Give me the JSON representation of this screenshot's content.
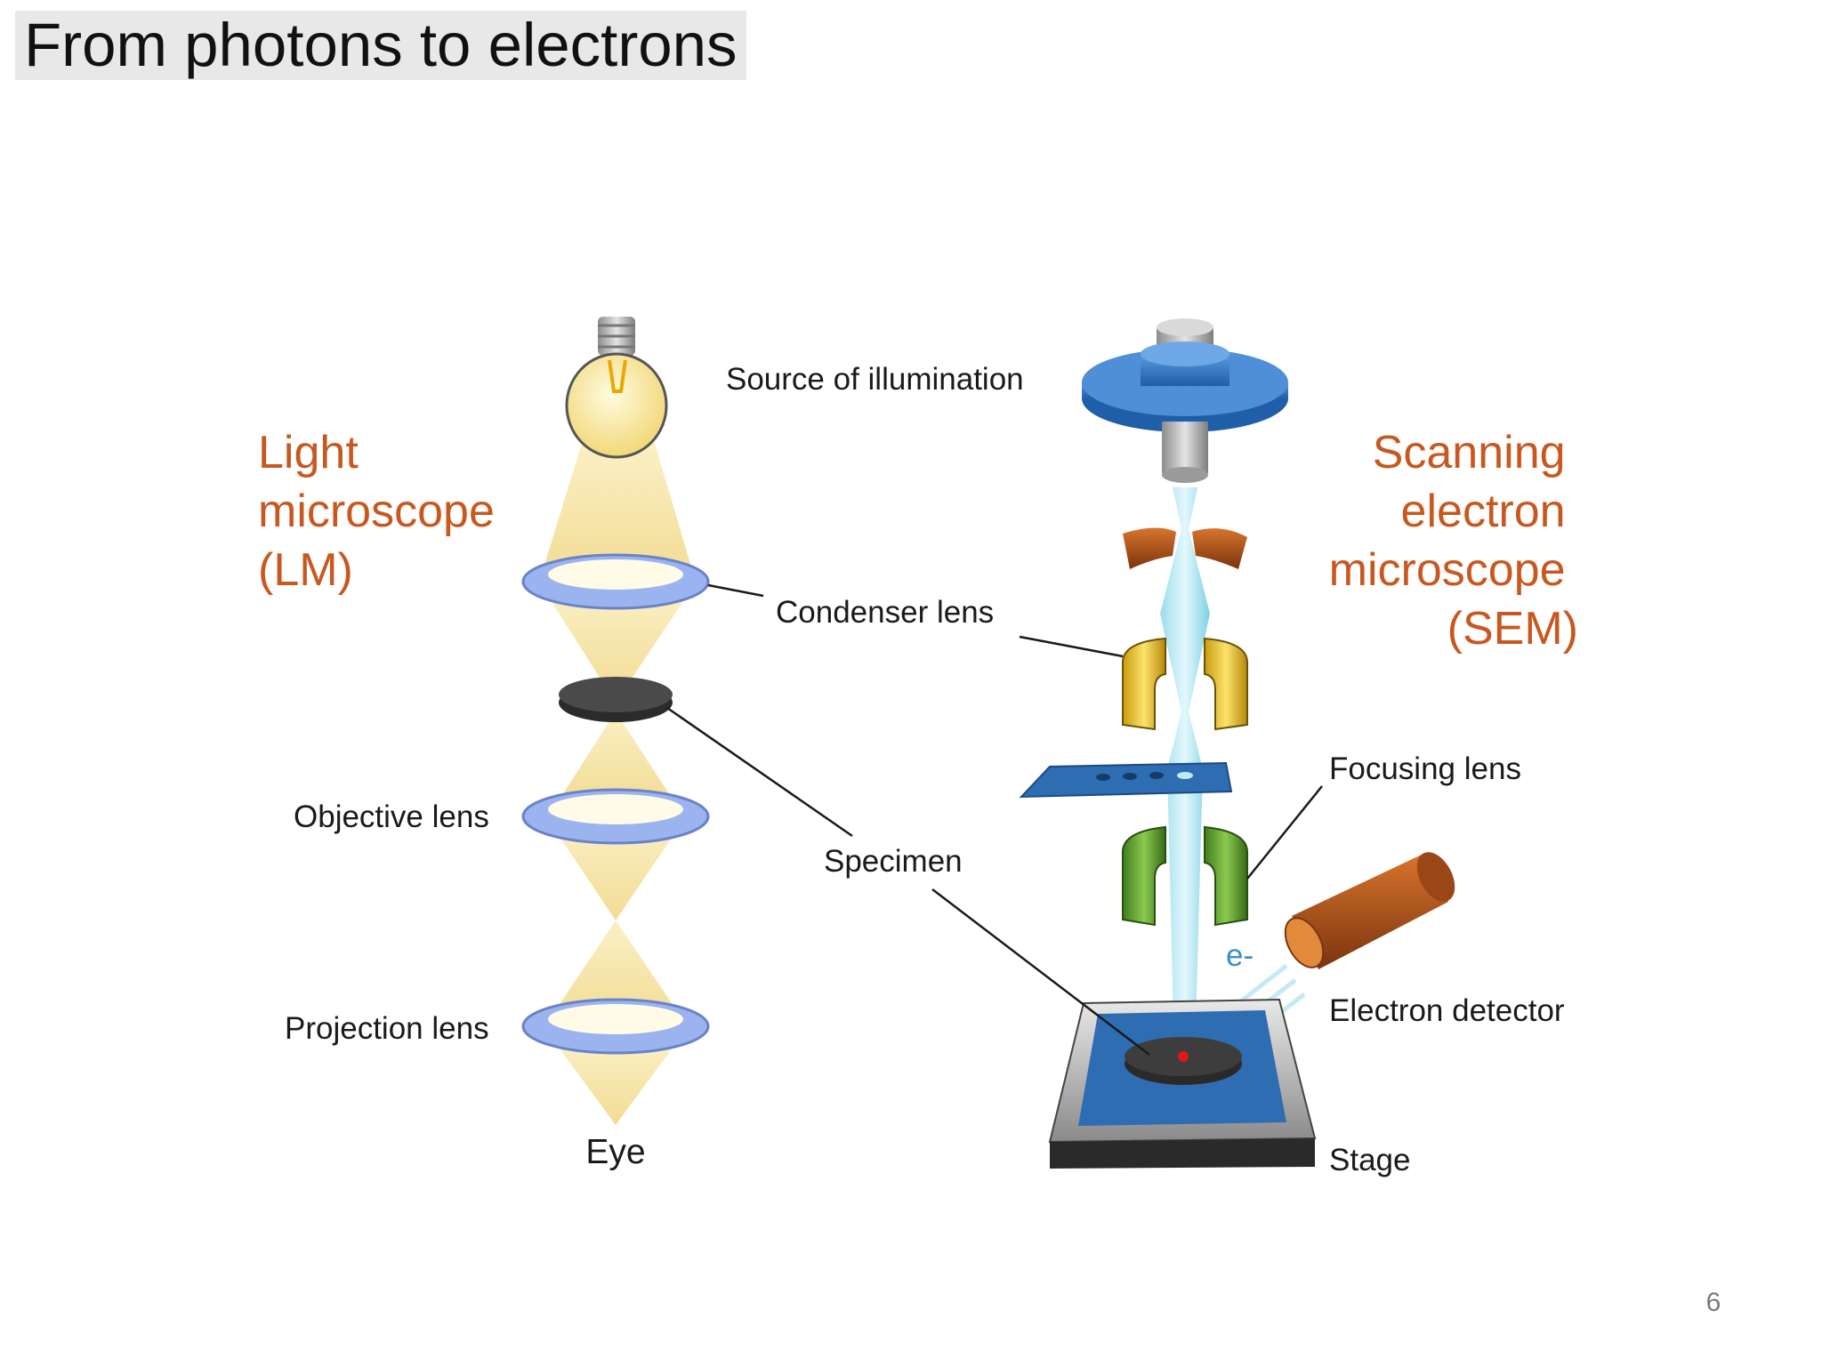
{
  "slide": {
    "title": "From photons to electrons",
    "page_number": "6"
  },
  "lm": {
    "title_lines": [
      "Light",
      "microscope",
      "(LM)"
    ],
    "labels": {
      "objective": "Objective lens",
      "projection": "Projection lens",
      "eye": "Eye"
    }
  },
  "sem": {
    "title_lines": [
      "Scanning",
      "electron",
      "microscope",
      "(SEM)"
    ],
    "labels": {
      "focusing": "Focusing lens",
      "detector": "Electron detector",
      "stage": "Stage",
      "electron": "e-"
    }
  },
  "shared": {
    "source": "Source of illumination",
    "condenser": "Condenser lens",
    "specimen": "Specimen"
  },
  "colors": {
    "title_orange": "#c8581f",
    "light_beam": "#f5e3a0",
    "electron_beam": "#7fd3e6",
    "lens_rim": "#8fa9e8",
    "gun_blue": "#2f6db3"
  }
}
